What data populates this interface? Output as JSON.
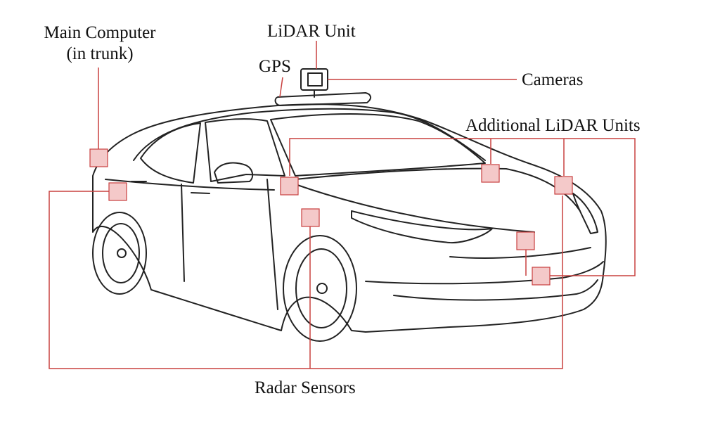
{
  "labels": {
    "main_computer_line1": "Main Computer",
    "main_computer_line2": "(in trunk)",
    "lidar_unit": "LiDAR Unit",
    "gps": "GPS",
    "cameras": "Cameras",
    "additional_lidar": "Additional LiDAR Units",
    "radar_sensors": "Radar Sensors"
  },
  "colors": {
    "leader_line": "#c8403f",
    "marker_fill": "#f4c9c9",
    "marker_stroke": "#c8403f",
    "car_line": "#222222"
  }
}
